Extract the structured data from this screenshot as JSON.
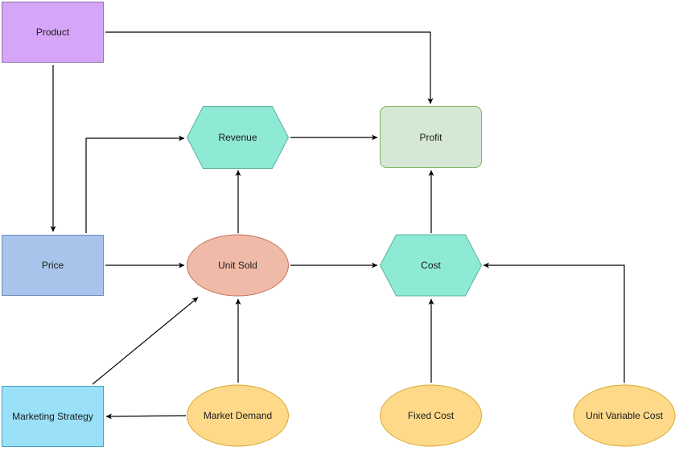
{
  "nodes": {
    "product": {
      "label": "Product",
      "fill": "#d5a6f8",
      "stroke": "#9673a6"
    },
    "revenue": {
      "label": "Revenue",
      "fill": "#8ee9d5",
      "stroke": "#5ab29c"
    },
    "profit": {
      "label": "Profit",
      "fill": "#d5e8d4",
      "stroke": "#82b366"
    },
    "price": {
      "label": "Price",
      "fill": "#a9c4eb",
      "stroke": "#6c8ebf"
    },
    "unit_sold": {
      "label": "Unit Sold",
      "fill": "#f0baa8",
      "stroke": "#c8725e"
    },
    "cost": {
      "label": "Cost",
      "fill": "#8ee9d5",
      "stroke": "#5ab29c"
    },
    "marketing_strategy": {
      "label": "Marketing Strategy",
      "fill": "#9ae0f8",
      "stroke": "#4a9fc0"
    },
    "market_demand": {
      "label": "Market Demand",
      "fill": "#ffd98a",
      "stroke": "#d6a92c"
    },
    "fixed_cost": {
      "label": "Fixed Cost",
      "fill": "#ffd98a",
      "stroke": "#d6a92c"
    },
    "unit_variable_cost": {
      "label": "Unit Variable Cost",
      "fill": "#ffd98a",
      "stroke": "#d6a92c"
    }
  },
  "edges": [
    {
      "from": "product",
      "to": "profit"
    },
    {
      "from": "product",
      "to": "price"
    },
    {
      "from": "price",
      "to": "revenue"
    },
    {
      "from": "revenue",
      "to": "profit"
    },
    {
      "from": "price",
      "to": "unit_sold"
    },
    {
      "from": "unit_sold",
      "to": "revenue"
    },
    {
      "from": "unit_sold",
      "to": "cost"
    },
    {
      "from": "cost",
      "to": "profit"
    },
    {
      "from": "marketing_strategy",
      "to": "unit_sold"
    },
    {
      "from": "market_demand",
      "to": "unit_sold"
    },
    {
      "from": "market_demand",
      "to": "marketing_strategy"
    },
    {
      "from": "fixed_cost",
      "to": "cost"
    },
    {
      "from": "unit_variable_cost",
      "to": "cost"
    }
  ]
}
